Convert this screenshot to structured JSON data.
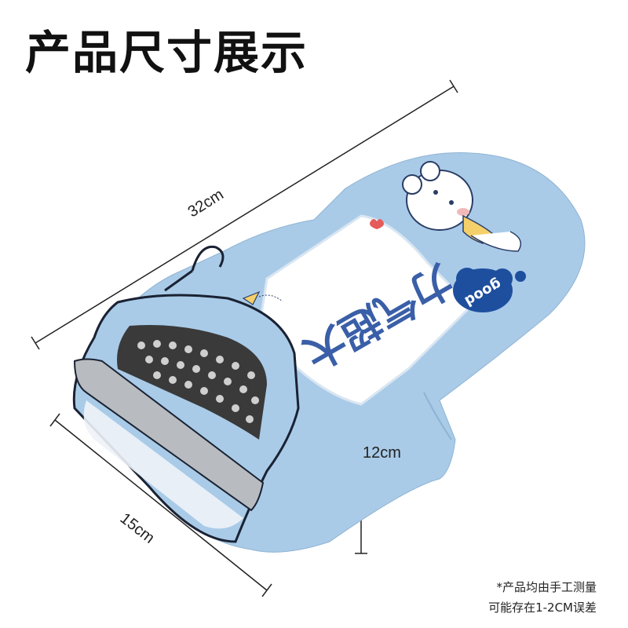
{
  "title": "产品尺寸展示",
  "dimensions": {
    "length": "32cm",
    "height": "12cm",
    "width": "15cm"
  },
  "product": {
    "print_text": "力气超大",
    "badge_text": "good"
  },
  "note": {
    "line1": "*产品均由手工测量",
    "line2": "可能存在1-2CM误差"
  },
  "colors": {
    "body": "#a9cbe8",
    "edge": "#1a2233",
    "print_text": "#3a5fa8",
    "reflective": "#b8bcc0"
  }
}
